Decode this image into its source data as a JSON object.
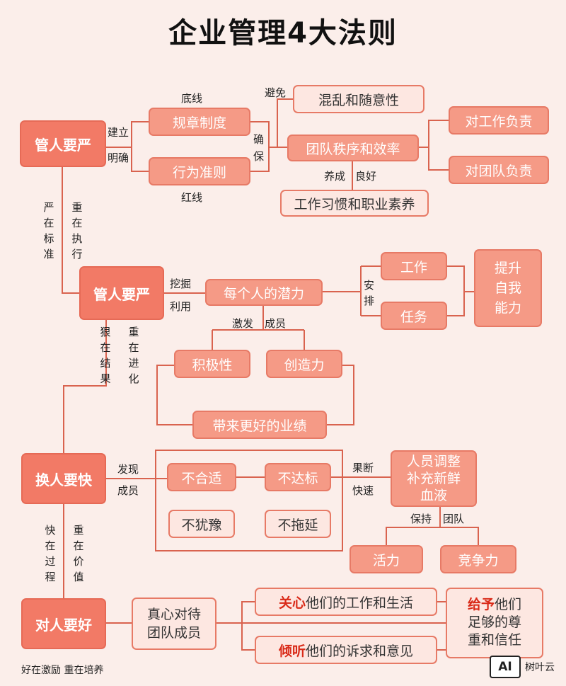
{
  "title": "企业管理4大法则",
  "nodes": {
    "guan1": "管人要严",
    "guizhang": "规章制度",
    "xingwei": "行为准则",
    "hunluan": "混乱和随意性",
    "tuandui_zhixu": "团队秩序和效率",
    "xiguan": "工作习惯和职业素养",
    "dui_gongzuo": "对工作负责",
    "dui_tuandui": "对团队负责",
    "guan2": "管人要严",
    "qianli": "每个人的潜力",
    "gongzuo": "工作",
    "renwu": "任务",
    "tisheng": "提升\n自我\n能力",
    "jiji": "积极性",
    "chuangzao": "创造力",
    "yeji": "带来更好的业绩",
    "huan": "换人要快",
    "buheshi": "不合适",
    "budabiao": "不达标",
    "buyouyu": "不犹豫",
    "butuoyan": "不拖延",
    "renyuan": "人员调整\n补充新鲜\n血液",
    "huoli": "活力",
    "jingzheng": "竞争力",
    "dui": "对人要好",
    "zhenxin": "真心对待\n团队成员",
    "guanxin_hl": "关心",
    "guanxin_rest": "他们的工作和生活",
    "qingting_hl": "倾听",
    "qingting_rest": "他们的诉求和意见",
    "jiyu_hl": "给予",
    "jiyu_rest": "他们\n足够的尊\n重和信任"
  },
  "labels": {
    "dixian": "底线",
    "hongxian": "红线",
    "jianli": "建立",
    "mingque": "明确",
    "bimian": "避免",
    "que": "确",
    "bao": "保",
    "yangcheng": "养成",
    "lianghao": "良好",
    "yanzai": "严在标准",
    "zhongzai_zhixing": "重在执行",
    "wajue": "挖掘",
    "liyong": "利用",
    "an": "安",
    "pai": "排",
    "jifa": "激发",
    "chengyuan1": "成员",
    "henzai": "狠在结果",
    "zhongzai_jinhua": "重在进化",
    "faxian": "发现",
    "chengyuan2": "成员",
    "guoduan": "果断",
    "kuaisu": "快速",
    "baochi": "保持",
    "tuandui": "团队",
    "kuaizai": "快在过程",
    "zhongzai_jiazhi": "重在价值",
    "footer": "好在激励  重在培养"
  },
  "watermark": {
    "badge": "AI",
    "text": "树叶云"
  },
  "colors": {
    "major": "#f27a66",
    "mid": "#f59a86",
    "pale": "#fde7e1",
    "line": "#d9634f",
    "highlight": "#d92a18"
  }
}
